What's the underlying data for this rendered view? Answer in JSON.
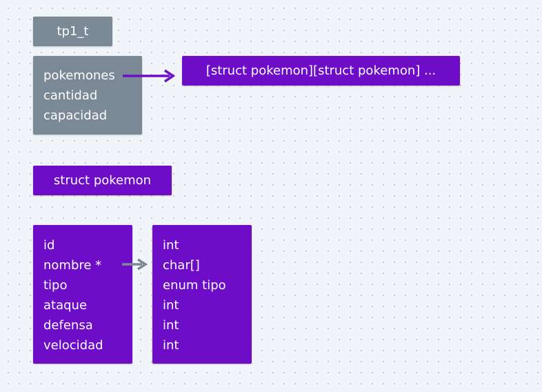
{
  "tp1_title": "tp1_t",
  "tp1_fields": [
    "pokemones",
    "cantidad",
    "capacidad"
  ],
  "array_label": "[struct pokemon][struct pokemon] ...",
  "struct_title": "struct pokemon",
  "struct_fields": [
    "id",
    "nombre *",
    "tipo",
    "ataque",
    "defensa",
    "velocidad"
  ],
  "struct_types": [
    "int",
    "char[]",
    "enum tipo",
    "int",
    "int",
    "int"
  ],
  "colors": {
    "background": "#f1f4f8",
    "gray_box": "#7b8896",
    "purple_box": "#6d0dc8",
    "text": "#ffffff"
  }
}
